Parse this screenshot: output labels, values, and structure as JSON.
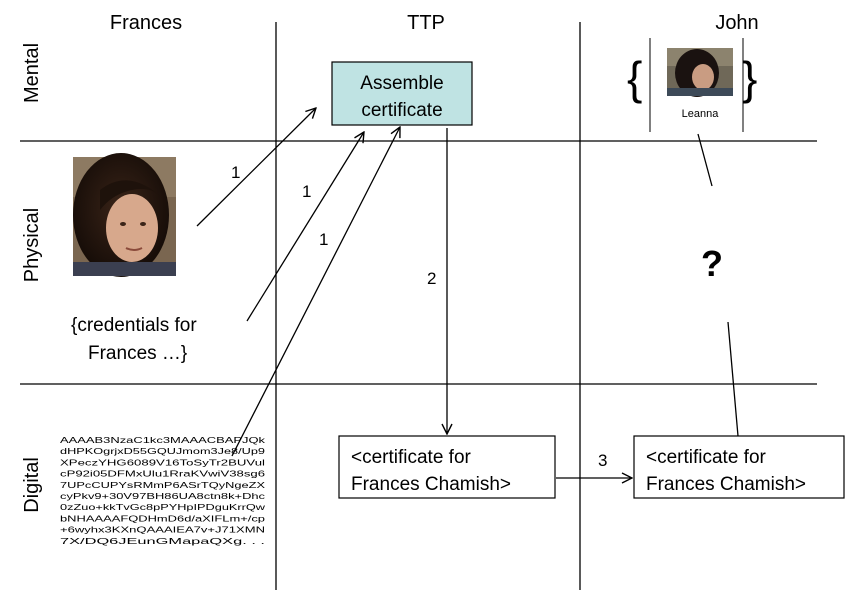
{
  "columns": {
    "left": "Frances",
    "middle": "TTP",
    "right": "John"
  },
  "rows": {
    "top": "Mental",
    "middle": "Physical",
    "bottom": "Digital"
  },
  "assemble_box": {
    "line1": "Assemble",
    "line2": "certificate",
    "fill": "#bfe3e3"
  },
  "cert_box_ttp": {
    "line1": "<certificate for",
    "line2": "Frances Chamish>"
  },
  "cert_box_john": {
    "line1": "<certificate for",
    "line2": "Frances Chamish>"
  },
  "credentials": {
    "line1": "{credentials for",
    "line2": "Frances …}"
  },
  "arrow_labels": {
    "a1": "1",
    "a2": "1",
    "a3": "1",
    "a4": "2",
    "a5": "3"
  },
  "question_mark": "?",
  "mental_photo_caption": "Leanna",
  "digital_key_lines": [
    "AAAAB3NzaC1kc3MAAACBAPJQk",
    "dHPKOgrjxD55GQUJmom3Je8/Up9",
    "XPeczYHG6089V16ToSyTr2BUVul",
    "cP92i05DFMxUlu1RraKVwiV38sg6",
    "7UPcCUPYsRMmP6ASrTQyNgeZX",
    "cyPkv9+30V97BH86UA8ctn8k+Dhc",
    "0zZuo+kkTvGc8pPYHpIPDguKrrQw",
    "bNHAAAAFQDHmD6d/aXIFLm+/cp",
    "+6wyhx3KXnQAAAIEA7v+J71XMN",
    "7X/DQ6JEunGMapaQXg. . ."
  ]
}
